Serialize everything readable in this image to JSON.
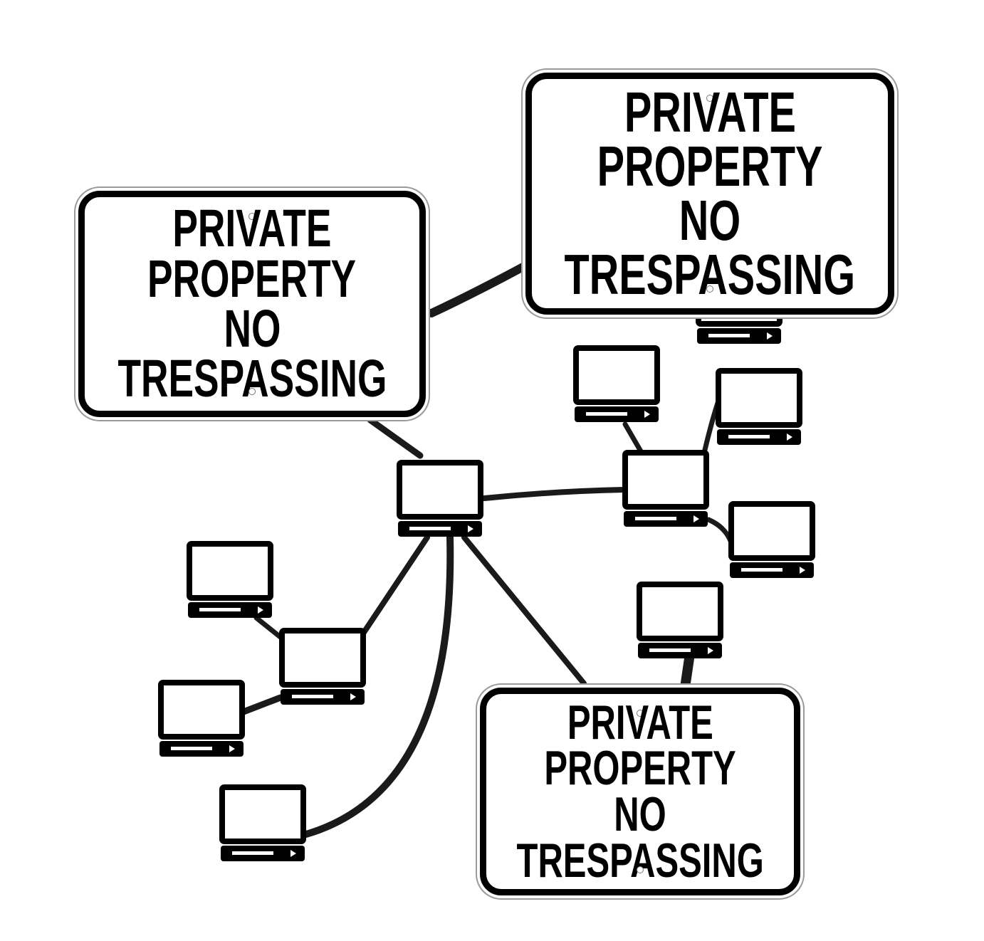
{
  "colors": {
    "ink": "#000000",
    "paper": "#ffffff",
    "sign_border": "#000000"
  },
  "icons": {
    "node": "desktop-computer-icon",
    "sign_hole": "bolt-hole-icon"
  },
  "signs": [
    {
      "id": "left",
      "lines": [
        "PRIVATE",
        "PROPERTY",
        "NO",
        "TRESPASSING"
      ]
    },
    {
      "id": "top",
      "lines": [
        "PRIVATE",
        "PROPERTY",
        "NO",
        "TRESPASSING"
      ]
    },
    {
      "id": "bottom",
      "lines": [
        "PRIVATE",
        "PROPERTY",
        "NO",
        "TRESPASSING"
      ]
    }
  ]
}
